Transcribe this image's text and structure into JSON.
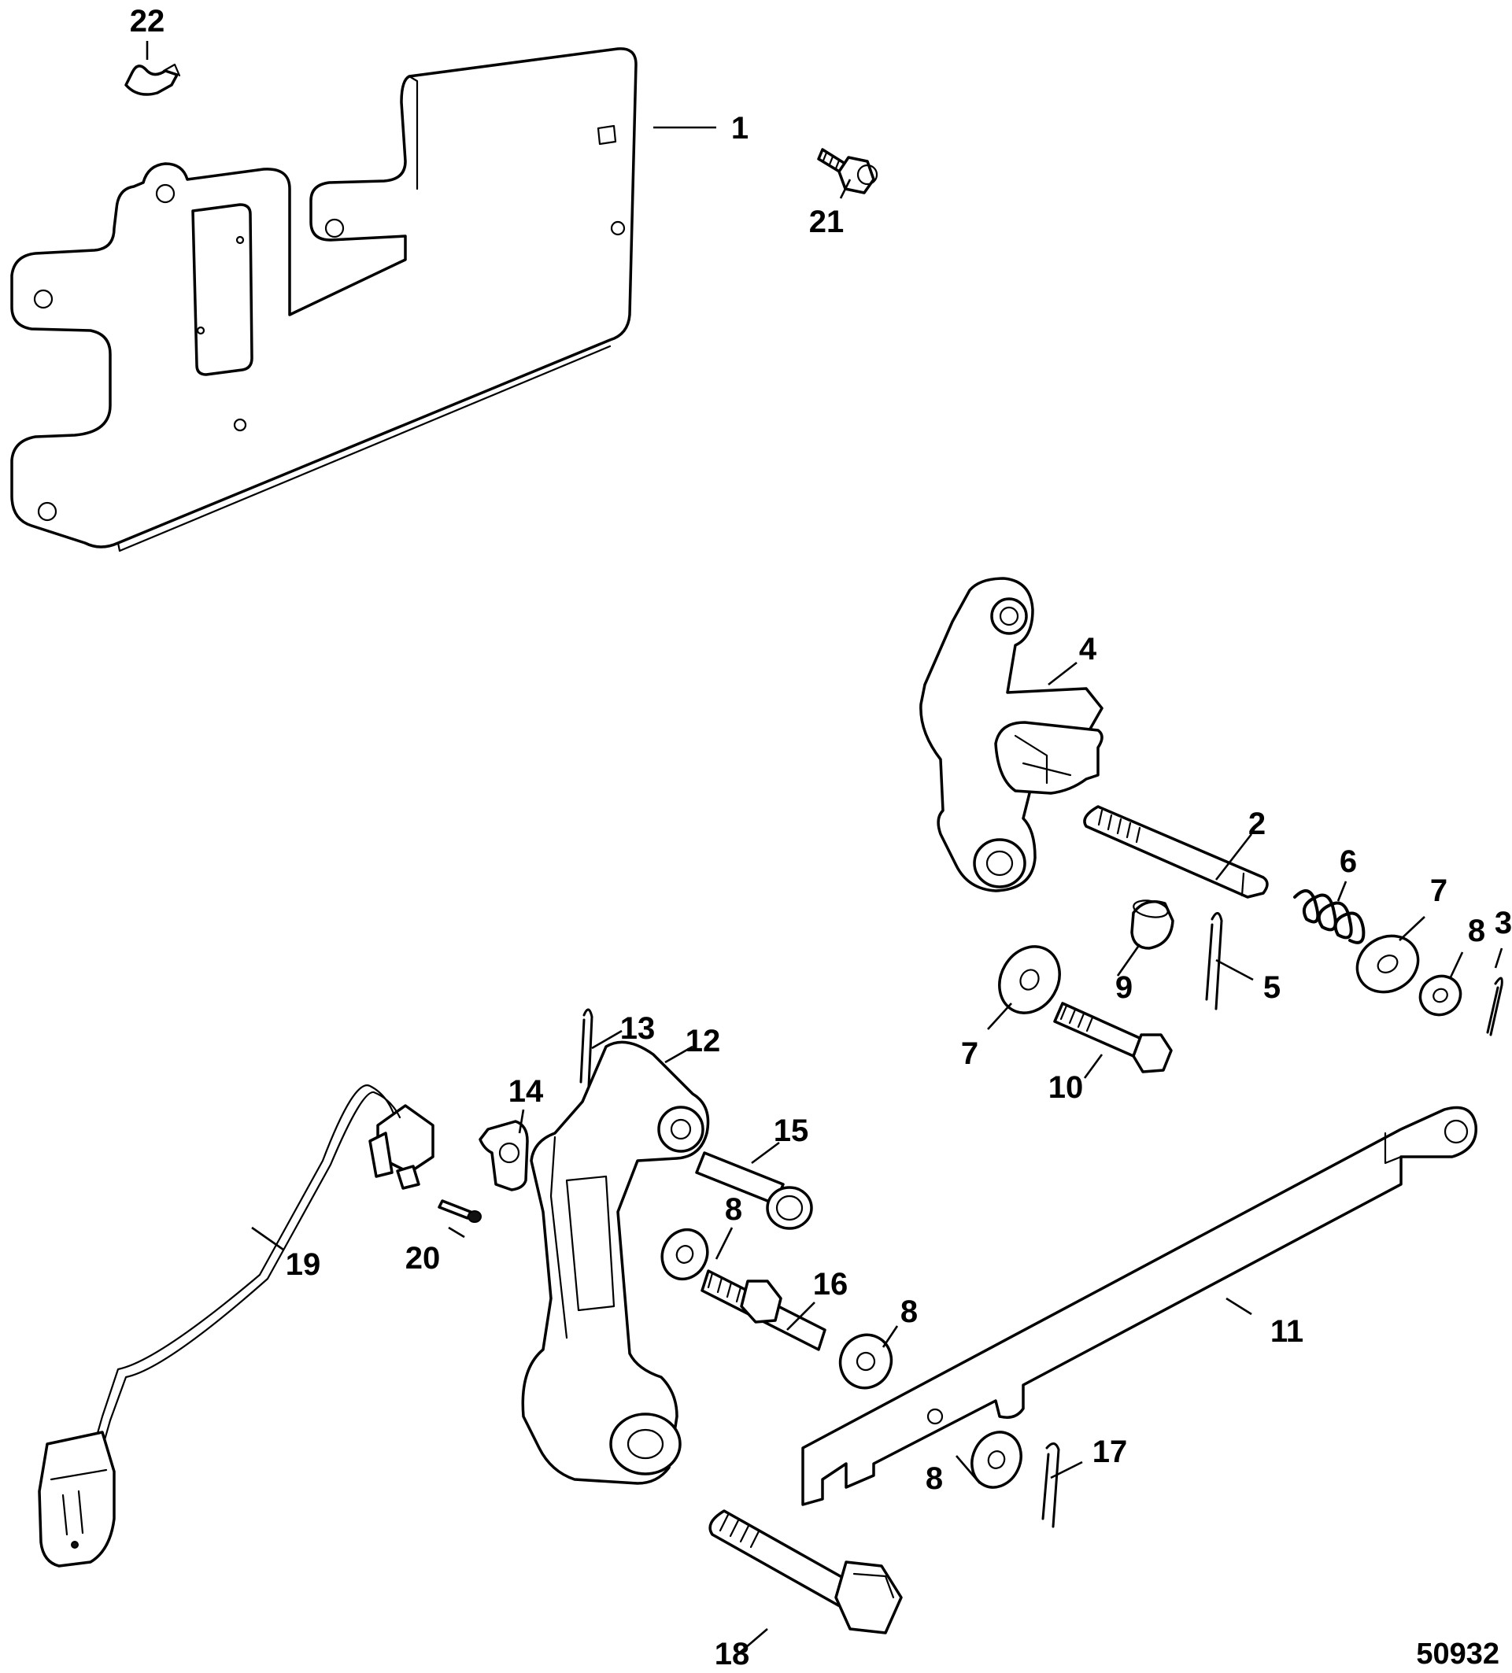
{
  "diagram": {
    "document_number": "50932",
    "callouts": {
      "c1": "1",
      "c2": "2",
      "c3": "3",
      "c4": "4",
      "c5": "5",
      "c6": "6",
      "c7a": "7",
      "c7b": "7",
      "c8a": "8",
      "c8b": "8",
      "c8c": "8",
      "c8d": "8",
      "c9": "9",
      "c10": "10",
      "c11": "11",
      "c12": "12",
      "c13": "13",
      "c14": "14",
      "c15": "15",
      "c16": "16",
      "c17": "17",
      "c18": "18",
      "c19": "19",
      "c20": "20",
      "c21": "21",
      "c22": "22"
    }
  }
}
